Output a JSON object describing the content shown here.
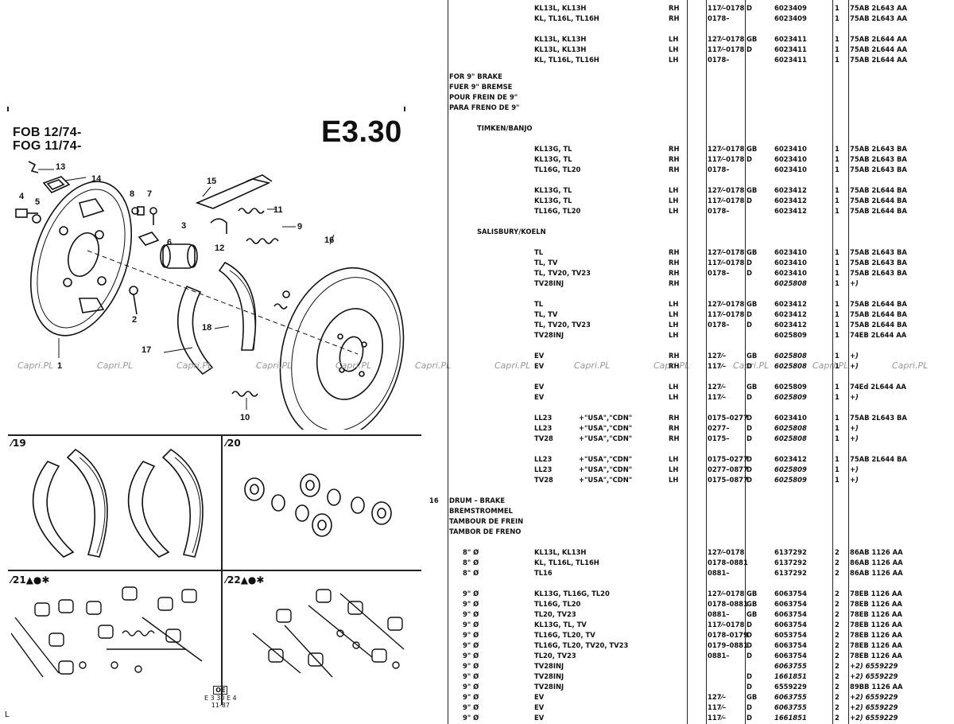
{
  "header": {
    "model_line1": "FOB 12/74-",
    "model_line2": "FOG 11/74-",
    "page_code": "E3.30"
  },
  "callouts": [
    "1",
    "2",
    "3",
    "4",
    "5",
    "6",
    "7",
    "8",
    "9",
    "10",
    "11",
    "12",
    "13",
    "14",
    "15",
    "16",
    "17",
    "18"
  ],
  "panels": {
    "p19": "⁄19",
    "p20": "⁄20",
    "p21": "⁄21▲●✱",
    "p22": "⁄22▲●✱"
  },
  "stamp": {
    "code": "OE",
    "line1": "E 3 30 E 4",
    "line2": "11-87"
  },
  "watermark": "Capri.PL",
  "scan_mark": "L",
  "rows": [
    {
      "desc": "",
      "model": "KL13L, KL13H",
      "usa": "",
      "side": "RH",
      "date": "117⁄–0178",
      "mkt": "D",
      "part": "6023409",
      "qty": "1",
      "eng": "75AB 2L643 AA",
      "it": false
    },
    {
      "desc": "",
      "model": "KL, TL16L, TL16H",
      "usa": "",
      "side": "RH",
      "date": "0178–",
      "mkt": "",
      "part": "6023409",
      "qty": "1",
      "eng": "75AB 2L643 AA",
      "it": false
    },
    {
      "desc": "",
      "model": "KL13L, KL13H",
      "usa": "",
      "side": "LH",
      "date": "127⁄–0178",
      "mkt": "GB",
      "part": "6023411",
      "qty": "1",
      "eng": "75AB 2L644 AA",
      "it": false
    },
    {
      "desc": "",
      "model": "KL13L, KL13H",
      "usa": "",
      "side": "LH",
      "date": "117⁄–0178",
      "mkt": "D",
      "part": "6023411",
      "qty": "1",
      "eng": "75AB 2L644 AA",
      "it": false
    },
    {
      "desc": "",
      "model": "KL, TL16L, TL16H",
      "usa": "",
      "side": "LH",
      "date": "0178–",
      "mkt": "",
      "part": "6023411",
      "qty": "1",
      "eng": "75AB 2L644 AA",
      "it": false
    },
    {
      "desc": "FOR 9\" BRAKE",
      "model": "",
      "usa": "",
      "side": "",
      "date": "",
      "mkt": "",
      "part": "",
      "qty": "",
      "eng": "",
      "it": false
    },
    {
      "desc": "FUER 9\" BREMSE",
      "model": "",
      "usa": "",
      "side": "",
      "date": "",
      "mkt": "",
      "part": "",
      "qty": "",
      "eng": "",
      "it": false
    },
    {
      "desc": "POUR FREIN DE 9\"",
      "model": "",
      "usa": "",
      "side": "",
      "date": "",
      "mkt": "",
      "part": "",
      "qty": "",
      "eng": "",
      "it": false
    },
    {
      "desc": "PARA FRENO DE 9\"",
      "model": "",
      "usa": "",
      "side": "",
      "date": "",
      "mkt": "",
      "part": "",
      "qty": "",
      "eng": "",
      "it": false
    },
    {
      "desc": "TIMKEN/BANJO",
      "model": "",
      "usa": "",
      "side": "",
      "date": "",
      "mkt": "",
      "part": "",
      "qty": "",
      "eng": "",
      "it": false,
      "indent": true
    },
    {
      "desc": "",
      "model": "KL13G, TL",
      "usa": "",
      "side": "RH",
      "date": "127⁄–0178",
      "mkt": "GB",
      "part": "6023410",
      "qty": "1",
      "eng": "75AB 2L643 BA",
      "it": false
    },
    {
      "desc": "",
      "model": "KL13G, TL",
      "usa": "",
      "side": "RH",
      "date": "117⁄–0178",
      "mkt": "D",
      "part": "6023410",
      "qty": "1",
      "eng": "75AB 2L643 BA",
      "it": false
    },
    {
      "desc": "",
      "model": "TL16G, TL20",
      "usa": "",
      "side": "RH",
      "date": "0178–",
      "mkt": "",
      "part": "6023410",
      "qty": "1",
      "eng": "75AB 2L643 BA",
      "it": false
    },
    {
      "desc": "",
      "model": "KL13G, TL",
      "usa": "",
      "side": "LH",
      "date": "127⁄–0178",
      "mkt": "GB",
      "part": "6023412",
      "qty": "1",
      "eng": "75AB 2L644 BA",
      "it": false
    },
    {
      "desc": "",
      "model": "KL13G, TL",
      "usa": "",
      "side": "LH",
      "date": "117⁄–0178",
      "mkt": "D",
      "part": "6023412",
      "qty": "1",
      "eng": "75AB 2L644 BA",
      "it": false
    },
    {
      "desc": "",
      "model": "TL16G, TL20",
      "usa": "",
      "side": "LH",
      "date": "0178–",
      "mkt": "",
      "part": "6023412",
      "qty": "1",
      "eng": "75AB 2L644 BA",
      "it": false
    },
    {
      "desc": "SALISBURY/KOELN",
      "model": "",
      "usa": "",
      "side": "",
      "date": "",
      "mkt": "",
      "part": "",
      "qty": "",
      "eng": "",
      "it": false,
      "indent": true
    },
    {
      "desc": "",
      "model": "TL",
      "usa": "",
      "side": "RH",
      "date": "127⁄–0178",
      "mkt": "GB",
      "part": "6023410",
      "qty": "1",
      "eng": "75AB 2L643 BA",
      "it": false
    },
    {
      "desc": "",
      "model": "TL, TV",
      "usa": "",
      "side": "RH",
      "date": "117⁄–0178",
      "mkt": "D",
      "part": "6023410",
      "qty": "1",
      "eng": "75AB 2L643 BA",
      "it": false
    },
    {
      "desc": "",
      "model": "TL, TV20, TV23",
      "usa": "",
      "side": "RH",
      "date": "0178–",
      "mkt": "D",
      "part": "6023410",
      "qty": "1",
      "eng": "75AB 2L643 BA",
      "it": false
    },
    {
      "desc": "",
      "model": "TV28INJ",
      "usa": "",
      "side": "RH",
      "date": "",
      "mkt": "",
      "part": "6025808",
      "qty": "1",
      "eng": "+)",
      "it": true
    },
    {
      "desc": "",
      "model": "TL",
      "usa": "",
      "side": "LH",
      "date": "127⁄–0178",
      "mkt": "GB",
      "part": "6023412",
      "qty": "1",
      "eng": "75AB 2L644 BA",
      "it": false
    },
    {
      "desc": "",
      "model": "TL, TV",
      "usa": "",
      "side": "LH",
      "date": "117⁄–0178",
      "mkt": "D",
      "part": "6023412",
      "qty": "1",
      "eng": "75AB 2L644 BA",
      "it": false
    },
    {
      "desc": "",
      "model": "TL, TV20, TV23",
      "usa": "",
      "side": "LH",
      "date": "0178–",
      "mkt": "D",
      "part": "6023412",
      "qty": "1",
      "eng": "75AB 2L644 BA",
      "it": false
    },
    {
      "desc": "",
      "model": "TV28INJ",
      "usa": "",
      "side": "LH",
      "date": "",
      "mkt": "",
      "part": "6025809",
      "qty": "1",
      "eng": "74EB 2L644 AA",
      "it": false
    },
    {
      "desc": "",
      "model": "EV",
      "usa": "",
      "side": "RH",
      "date": "127⁄–",
      "mkt": "GB",
      "part": "6025808",
      "qty": "1",
      "eng": "+)",
      "it": true
    },
    {
      "desc": "",
      "model": "EV",
      "usa": "",
      "side": "RH",
      "date": "117⁄–",
      "mkt": "D",
      "part": "6025808",
      "qty": "1",
      "eng": "+)",
      "it": true
    },
    {
      "desc": "",
      "model": "EV",
      "usa": "",
      "side": "LH",
      "date": "127⁄–",
      "mkt": "GB",
      "part": "6025809",
      "qty": "1",
      "eng": "74Ed 2L644 AA",
      "it": false
    },
    {
      "desc": "",
      "model": "EV",
      "usa": "",
      "side": "LH",
      "date": "117⁄–",
      "mkt": "D",
      "part": "6025809",
      "qty": "1",
      "eng": "+)",
      "it": true
    },
    {
      "desc": "",
      "model": "LL23",
      "usa": "+\"USA\",\"CDN\"",
      "side": "RH",
      "date": "0175–0277",
      "mkt": "D",
      "part": "6023410",
      "qty": "1",
      "eng": "75AB 2L643 BA",
      "it": false
    },
    {
      "desc": "",
      "model": "LL23",
      "usa": "+\"USA\",\"CDN\"",
      "side": "RH",
      "date": "0277–",
      "mkt": "D",
      "part": "6025808",
      "qty": "1",
      "eng": "+)",
      "it": true
    },
    {
      "desc": "",
      "model": "TV28",
      "usa": "+\"USA\",\"CDN\"",
      "side": "RH",
      "date": "0175–",
      "mkt": "D",
      "part": "6025808",
      "qty": "1",
      "eng": "+)",
      "it": true
    },
    {
      "desc": "",
      "model": "LL23",
      "usa": "+\"USA\",\"CDN\"",
      "side": "LH",
      "date": "0175–0277",
      "mkt": "D",
      "part": "6023412",
      "qty": "1",
      "eng": "75AB 2L644 BA",
      "it": false
    },
    {
      "desc": "",
      "model": "LL23",
      "usa": "+\"USA\",\"CDN\"",
      "side": "LH",
      "date": "0277–0877",
      "mkt": "D",
      "part": "6025809",
      "qty": "1",
      "eng": "+)",
      "it": true
    },
    {
      "desc": "",
      "model": "TV28",
      "usa": "+\"USA\",\"CDN\"",
      "side": "LH",
      "date": "0175–0877",
      "mkt": "D",
      "part": "6025809",
      "qty": "1",
      "eng": "+)",
      "it": true
    },
    {
      "item": "16",
      "desc": "DRUM – BRAKE",
      "model": "",
      "usa": "",
      "side": "",
      "date": "",
      "mkt": "",
      "part": "",
      "qty": "",
      "eng": "",
      "it": false
    },
    {
      "desc": "BREMSTROMMEL",
      "model": "",
      "usa": "",
      "side": "",
      "date": "",
      "mkt": "",
      "part": "",
      "qty": "",
      "eng": "",
      "it": false
    },
    {
      "desc": "TAMBOUR DE FREIN",
      "model": "",
      "usa": "",
      "side": "",
      "date": "",
      "mkt": "",
      "part": "",
      "qty": "",
      "eng": "",
      "it": false
    },
    {
      "desc": "TAMBOR DE FRENO",
      "model": "",
      "usa": "",
      "side": "",
      "date": "",
      "mkt": "",
      "part": "",
      "qty": "",
      "eng": "",
      "it": false
    },
    {
      "desc": "8\" Ø",
      "model": "KL13L, KL13H",
      "usa": "",
      "side": "",
      "date": "127⁄–0178",
      "mkt": "",
      "part": "6137292",
      "qty": "2",
      "eng": "86AB 1126 AA",
      "it": false,
      "sz": true
    },
    {
      "desc": "8\" Ø",
      "model": "KL, TL16L, TL16H",
      "usa": "",
      "side": "",
      "date": "0178–0881",
      "mkt": "",
      "part": "6137292",
      "qty": "2",
      "eng": "86AB 1126 AA",
      "it": false,
      "sz": true
    },
    {
      "desc": "8\" Ø",
      "model": "TL16",
      "usa": "",
      "side": "",
      "date": "0881–",
      "mkt": "",
      "part": "6137292",
      "qty": "2",
      "eng": "86AB 1126 AA",
      "it": false,
      "sz": true
    },
    {
      "desc": "9\" Ø",
      "model": "KL13G, TL16G, TL20",
      "usa": "",
      "side": "",
      "date": "127⁄–0178",
      "mkt": "GB",
      "part": "6063754",
      "qty": "2",
      "eng": "78EB 1126 AA",
      "it": false,
      "sz": true
    },
    {
      "desc": "9\" Ø",
      "model": "TL16G, TL20",
      "usa": "",
      "side": "",
      "date": "0178–0881",
      "mkt": "GB",
      "part": "6063754",
      "qty": "2",
      "eng": "78EB 1126 AA",
      "it": false,
      "sz": true
    },
    {
      "desc": "9\" Ø",
      "model": "TL20, TV23",
      "usa": "",
      "side": "",
      "date": "0881–",
      "mkt": "GB",
      "part": "6063754",
      "qty": "2",
      "eng": "78EB 1126 AA",
      "it": false,
      "sz": true
    },
    {
      "desc": "9\" Ø",
      "model": "KL13G, TL, TV",
      "usa": "",
      "side": "",
      "date": "117⁄–0178",
      "mkt": "D",
      "part": "6063754",
      "qty": "2",
      "eng": "78EB 1126 AA",
      "it": false,
      "sz": true
    },
    {
      "desc": "9\" Ø",
      "model": "TL16G, TL20, TV",
      "usa": "",
      "side": "",
      "date": "0178–0179",
      "mkt": "D",
      "part": "6053754",
      "qty": "2",
      "eng": "78EB 1126 AA",
      "it": false,
      "sz": true
    },
    {
      "desc": "9\" Ø",
      "model": "TL16G, TL20, TV20, TV23",
      "usa": "",
      "side": "",
      "date": "0179–0881",
      "mkt": "D",
      "part": "6063754",
      "qty": "2",
      "eng": "78EB 1126 AA",
      "it": false,
      "sz": true
    },
    {
      "desc": "9\" Ø",
      "model": "TL20, TV23",
      "usa": "",
      "side": "",
      "date": "0881–",
      "mkt": "D",
      "part": "6063754",
      "qty": "2",
      "eng": "78EB 1126 AA",
      "it": false,
      "sz": true
    },
    {
      "desc": "9\" Ø",
      "model": "TV28INJ",
      "usa": "",
      "side": "",
      "date": "",
      "mkt": "",
      "part": "6063755",
      "qty": "2",
      "eng": "+2) 6559229",
      "it": true,
      "sz": true
    },
    {
      "desc": "9\" Ø",
      "model": "TV28INJ",
      "usa": "",
      "side": "",
      "date": "",
      "mkt": "D",
      "part": "1661851",
      "qty": "2",
      "eng": "+2) 6559229",
      "it": true,
      "sz": true
    },
    {
      "desc": "9\" Ø",
      "model": "TV28INJ",
      "usa": "",
      "side": "",
      "date": "",
      "mkt": "D",
      "part": "6559229",
      "qty": "2",
      "eng": "89BB 1126 AA",
      "it": false,
      "sz": true
    },
    {
      "desc": "9\" Ø",
      "model": "EV",
      "usa": "",
      "side": "",
      "date": "127⁄–",
      "mkt": "GB",
      "part": "6063755",
      "qty": "2",
      "eng": "+2) 6559229",
      "it": true,
      "sz": true
    },
    {
      "desc": "9\" Ø",
      "model": "EV",
      "usa": "",
      "side": "",
      "date": "117⁄–",
      "mkt": "D",
      "part": "6063755",
      "qty": "2",
      "eng": "+2) 6559229",
      "it": true,
      "sz": true
    },
    {
      "desc": "9\" Ø",
      "model": "EV",
      "usa": "",
      "side": "",
      "date": "117⁄–",
      "mkt": "D",
      "part": "1661851",
      "qty": "2",
      "eng": "+2) 6559229",
      "it": true,
      "sz": true
    }
  ]
}
